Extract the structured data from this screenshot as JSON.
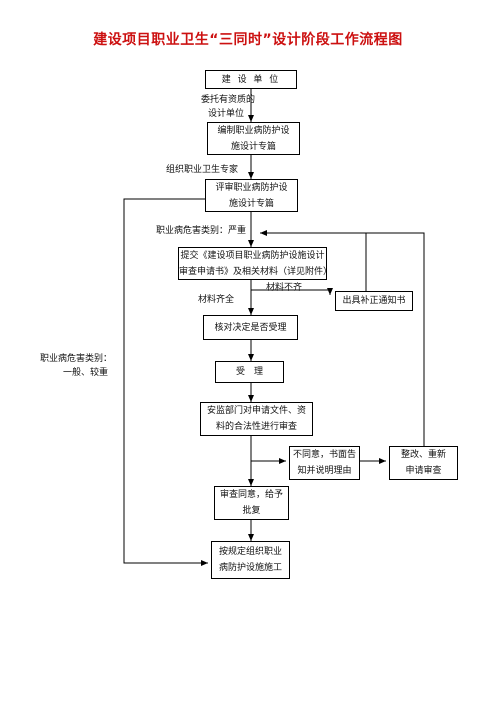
{
  "title": "建设项目职业卫生“三同时”设计阶段工作流程图",
  "boxes": {
    "construction_unit": "建 设 单 位",
    "compile_line1": "编制职业病防护设",
    "compile_line2": "施设计专篇",
    "review_line1": "评审职业病防护设",
    "review_line2": "施设计专篇",
    "submit_line1": "提交《建设项目职业病防护设施设计",
    "submit_line2": "审查申请书》及相关材料（详见附件）",
    "supplement_notice": "出具补正通知书",
    "verify": "核对决定是否受理",
    "accept": "受　理",
    "exam_line1": "安监部门对申请文件、资",
    "exam_line2": "料的合法性进行审查",
    "disagree_line1": "不同意，书面告",
    "disagree_line2": "知并说明理由",
    "rectify_line1": "整改、重新",
    "rectify_line2": "申请审查",
    "approve_line1": "审查同意，给予",
    "approve_line2": "批复",
    "construct_line1": "按规定组织职业",
    "construct_line2": "病防护设施施工"
  },
  "labels": {
    "entrust_line1": "委托有资质的",
    "entrust_line2": "设计单位",
    "organize_experts": "组织职业卫生专家",
    "hazard_serious": "职业病危害类别：严重",
    "material_incomplete": "材料不齐",
    "material_complete": "材料齐全",
    "hazard_general_line1": "职业病危害类别：",
    "hazard_general_line2": "一般、较重"
  }
}
